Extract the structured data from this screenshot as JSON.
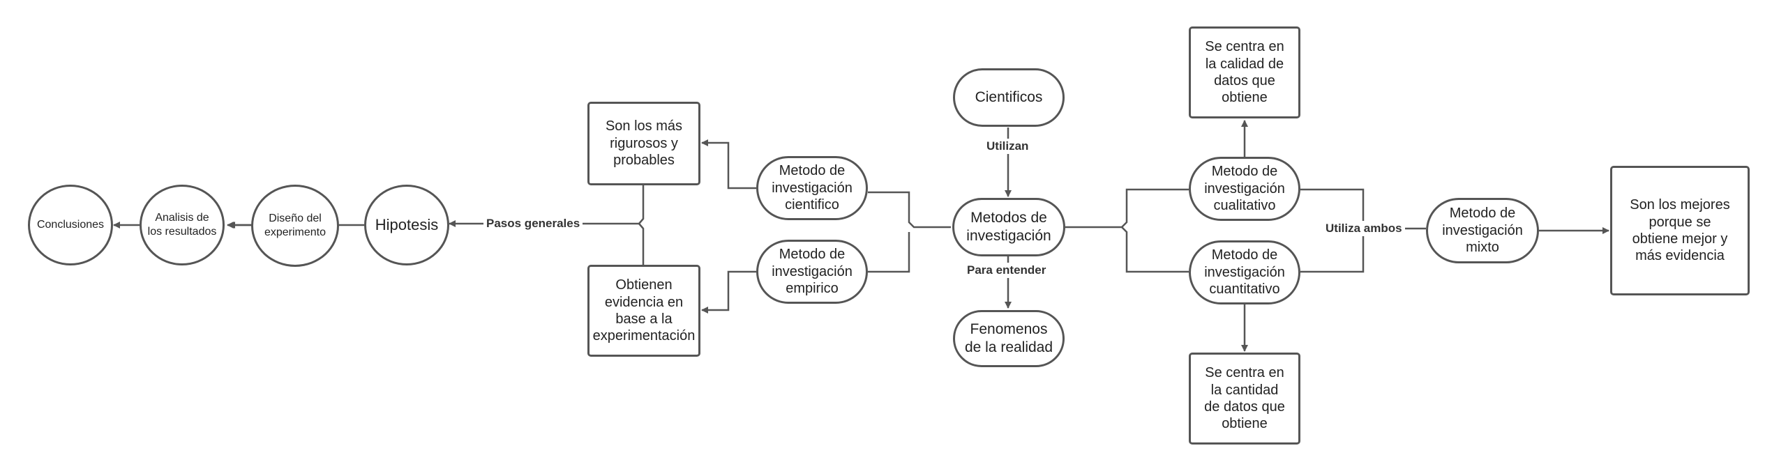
{
  "diagram": {
    "colors": {
      "stroke": "#555555",
      "text": "#222222",
      "background": "#ffffff"
    },
    "nodes": {
      "conclusiones": "Conclusiones",
      "analisis": "Analisis de\nlos resultados",
      "diseno": "Diseño del\nexperimento",
      "hipotesis": "Hipotesis",
      "rigurosos": "Son los más\nrigurosos y\nprobables",
      "evidencia": "Obtienen\nevidencia en\nbase a la\nexperimentación",
      "cientifico": "Metodo de\ninvestigación\ncientifico",
      "empirico": "Metodo de\ninvestigación\nempirico",
      "cientificos": "Cientificos",
      "metodos": "Metodos de\ninvestigación",
      "fenomenos": "Fenomenos\nde la realidad",
      "cualitativo": "Metodo de\ninvestigación\ncualitativo",
      "cuantitativo": "Metodo de\ninvestigación\ncuantitativo",
      "calidad": "Se centra en\nla calidad de\ndatos que\nobtiene",
      "cantidad": "Se centra en\nla cantidad\nde datos que\nobtiene",
      "mixto": "Metodo de\ninvestigación\nmixto",
      "mejores": "Son los mejores\nporque se\nobtiene mejor y\nmás evidencia"
    },
    "edge_labels": {
      "pasos_generales": "Pasos generales",
      "utilizan": "Utilizan",
      "para_entender": "Para entender",
      "utiliza_ambos": "Utiliza ambos"
    }
  }
}
